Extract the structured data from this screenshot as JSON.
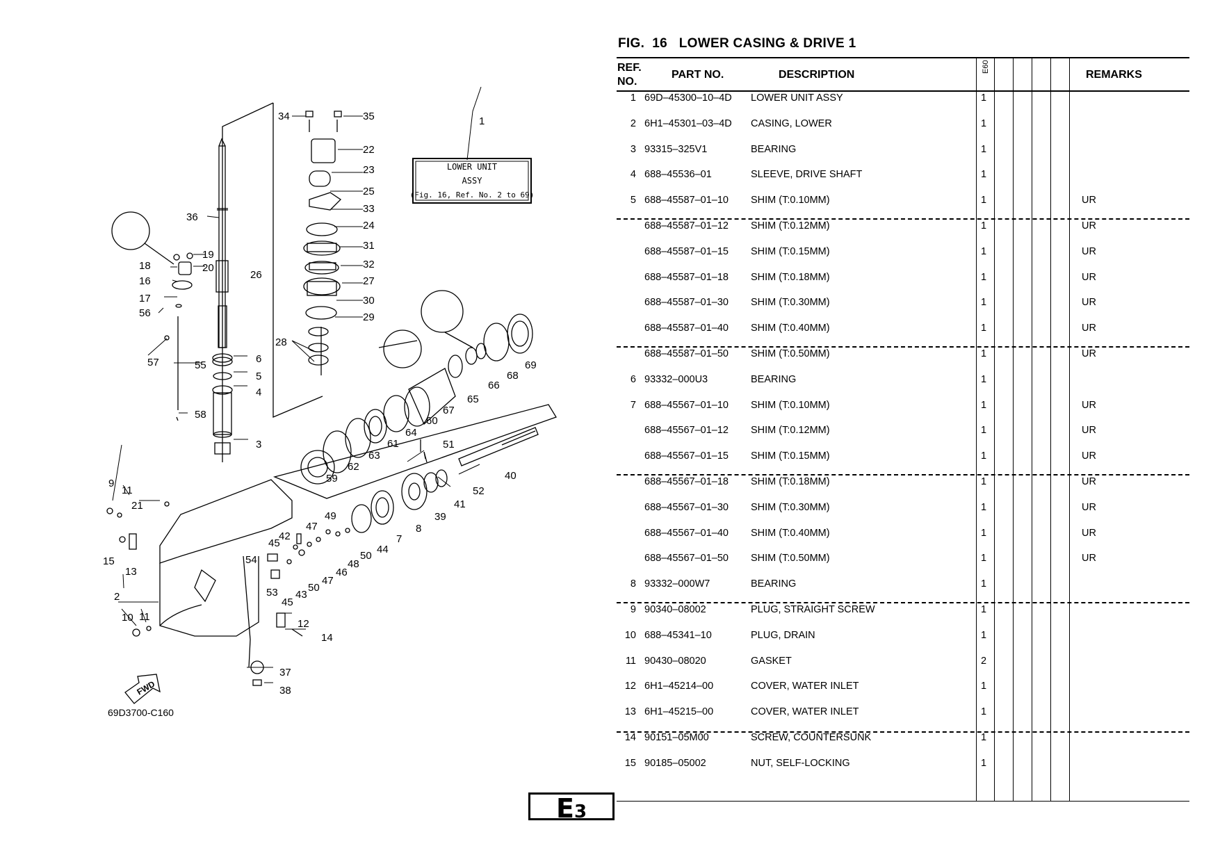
{
  "figure": {
    "title": "FIG.  16   LOWER CASING & DRIVE 1",
    "diagram_code": "69D3700-C160",
    "assy_label_line1": "LOWER UNIT",
    "assy_label_line2": "ASSY",
    "assy_label_line3": "(Fig. 16, Ref. No. 2 to 69)",
    "fwd_label": "FWD",
    "callouts": [
      "1",
      "2",
      "3",
      "4",
      "5",
      "6",
      "7",
      "8",
      "9",
      "10",
      "11",
      "12",
      "13",
      "14",
      "15",
      "16",
      "17",
      "18",
      "19",
      "20",
      "21",
      "22",
      "23",
      "24",
      "25",
      "26",
      "27",
      "28",
      "29",
      "30",
      "31",
      "32",
      "33",
      "34",
      "35",
      "36",
      "37",
      "38",
      "39",
      "40",
      "41",
      "42",
      "43",
      "44",
      "45",
      "46",
      "47",
      "48",
      "49",
      "50",
      "51",
      "52",
      "53",
      "54",
      "55",
      "56",
      "57",
      "58",
      "59",
      "60",
      "61",
      "62",
      "63",
      "64",
      "65",
      "66",
      "67",
      "68",
      "69"
    ]
  },
  "table": {
    "headers": {
      "ref_line1": "REF.",
      "ref_line2": "NO.",
      "part_no": "PART NO.",
      "description": "DESCRIPTION",
      "model": "E60",
      "remarks": "REMARKS"
    },
    "rows": [
      {
        "ref": "1",
        "part": "69D–45300–10–4D",
        "desc": "LOWER UNIT ASSY",
        "qty": "1",
        "rem": ""
      },
      {
        "ref": "2",
        "part": "6H1–45301–03–4D",
        "desc": "CASING, LOWER",
        "qty": "1",
        "rem": ""
      },
      {
        "ref": "3",
        "part": "93315–325V1",
        "desc": "BEARING",
        "qty": "1",
        "rem": ""
      },
      {
        "ref": "4",
        "part": "688–45536–01",
        "desc": "SLEEVE, DRIVE SHAFT",
        "qty": "1",
        "rem": ""
      },
      {
        "ref": "5",
        "part": "688–45587–01–10",
        "desc": "SHIM (T:0.10MM)",
        "qty": "1",
        "rem": "UR"
      },
      {
        "ref": "",
        "part": "688–45587–01–12",
        "desc": "SHIM (T:0.12MM)",
        "qty": "1",
        "rem": "UR"
      },
      {
        "ref": "",
        "part": "688–45587–01–15",
        "desc": "SHIM (T:0.15MM)",
        "qty": "1",
        "rem": "UR"
      },
      {
        "ref": "",
        "part": "688–45587–01–18",
        "desc": "SHIM (T:0.18MM)",
        "qty": "1",
        "rem": "UR"
      },
      {
        "ref": "",
        "part": "688–45587–01–30",
        "desc": "SHIM (T:0.30MM)",
        "qty": "1",
        "rem": "UR"
      },
      {
        "ref": "",
        "part": "688–45587–01–40",
        "desc": "SHIM (T:0.40MM)",
        "qty": "1",
        "rem": "UR"
      },
      {
        "ref": "",
        "part": "688–45587–01–50",
        "desc": "SHIM (T:0.50MM)",
        "qty": "1",
        "rem": "UR"
      },
      {
        "ref": "6",
        "part": "93332–000U3",
        "desc": "BEARING",
        "qty": "1",
        "rem": ""
      },
      {
        "ref": "7",
        "part": "688–45567–01–10",
        "desc": "SHIM (T:0.10MM)",
        "qty": "1",
        "rem": "UR"
      },
      {
        "ref": "",
        "part": "688–45567–01–12",
        "desc": "SHIM (T:0.12MM)",
        "qty": "1",
        "rem": "UR"
      },
      {
        "ref": "",
        "part": "688–45567–01–15",
        "desc": "SHIM (T:0.15MM)",
        "qty": "1",
        "rem": "UR"
      },
      {
        "ref": "",
        "part": "688–45567–01–18",
        "desc": "SHIM (T:0.18MM)",
        "qty": "1",
        "rem": "UR"
      },
      {
        "ref": "",
        "part": "688–45567–01–30",
        "desc": "SHIM (T:0.30MM)",
        "qty": "1",
        "rem": "UR"
      },
      {
        "ref": "",
        "part": "688–45567–01–40",
        "desc": "SHIM (T:0.40MM)",
        "qty": "1",
        "rem": "UR"
      },
      {
        "ref": "",
        "part": "688–45567–01–50",
        "desc": "SHIM (T:0.50MM)",
        "qty": "1",
        "rem": "UR"
      },
      {
        "ref": "8",
        "part": "93332–000W7",
        "desc": "BEARING",
        "qty": "1",
        "rem": ""
      },
      {
        "ref": "9",
        "part": "90340–08002",
        "desc": "PLUG, STRAIGHT SCREW",
        "qty": "1",
        "rem": ""
      },
      {
        "ref": "10",
        "part": "688–45341–10",
        "desc": "PLUG, DRAIN",
        "qty": "1",
        "rem": ""
      },
      {
        "ref": "11",
        "part": "90430–08020",
        "desc": "GASKET",
        "qty": "2",
        "rem": ""
      },
      {
        "ref": "12",
        "part": "6H1–45214–00",
        "desc": "COVER, WATER INLET",
        "qty": "1",
        "rem": ""
      },
      {
        "ref": "13",
        "part": "6H1–45215–00",
        "desc": "COVER, WATER INLET",
        "qty": "1",
        "rem": ""
      },
      {
        "ref": "14",
        "part": "90151–05M00",
        "desc": "SCREW, COUNTERSUNK",
        "qty": "1",
        "rem": ""
      },
      {
        "ref": "15",
        "part": "90185–05002",
        "desc": "NUT, SELF-LOCKING",
        "qty": "1",
        "rem": ""
      }
    ]
  },
  "page_marker": {
    "letter": "E",
    "number": "3"
  }
}
